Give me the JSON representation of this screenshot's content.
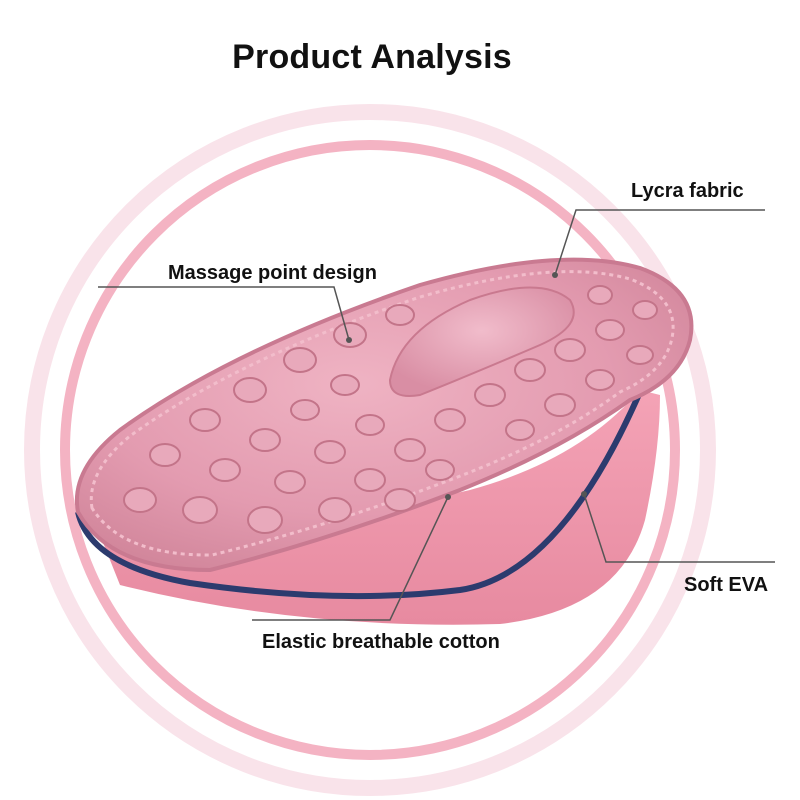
{
  "title": "Product Analysis",
  "callouts": {
    "lycra": "Lycra fabric",
    "massage": "Massage point design",
    "eva": "Soft EVA",
    "cotton": "Elastic breathable cotton"
  },
  "colors": {
    "ring_outer": "#f8dde6",
    "ring_inner": "#f3a9bc",
    "insole_top": "#e39bb0",
    "insole_side": "#ef97ab",
    "insole_edge": "#2c3b6e",
    "leader_line": "#555555"
  }
}
